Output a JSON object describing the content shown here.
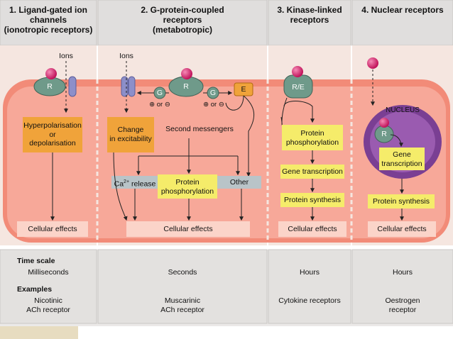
{
  "columns": {
    "col1": {
      "title_line1": "1. Ligand-gated ion",
      "title_line2": "channels",
      "title_line3": "(ionotropic receptors)"
    },
    "col2": {
      "title_line1": "2. G-protein-coupled",
      "title_line2": "receptors",
      "title_line3": "(metabotropic)"
    },
    "col3": {
      "title_line1": "3. Kinase-linked",
      "title_line2": "receptors"
    },
    "col4": {
      "title_line1": "4. Nuclear receptors"
    }
  },
  "diagram": {
    "ions_1": "Ions",
    "ions_2": "Ions",
    "receptor_r": "R",
    "receptor_r2": "R",
    "receptor_re": "R/E",
    "receptor_r4": "R",
    "g1": "G",
    "g2": "G",
    "effector_e": "E",
    "plus_or_minus_1": "⊕ or ⊖",
    "plus_or_minus_2": "⊕ or ⊖",
    "hyper_line1": "Hyperpolarisation",
    "hyper_line2": "or",
    "hyper_line3": "depolarisation",
    "change_line1": "Change",
    "change_line2": "in excitability",
    "second_messengers": "Second messengers",
    "ca_release_prefix": "Ca",
    "ca_release_sup": "2+",
    "ca_release_suffix": " release",
    "protein_phos_2_line1": "Protein",
    "protein_phos_2_line2": "phosphorylation",
    "other": "Other",
    "protein_phos_3_line1": "Protein",
    "protein_phos_3_line2": "phosphorylation",
    "gene_transcription_3": "Gene transcription",
    "protein_synthesis_3": "Protein synthesis",
    "nucleus": "NUCLEUS",
    "gene_transcription_4_line1": "Gene",
    "gene_transcription_4_line2": "transcription",
    "protein_synthesis_4": "Protein synthesis",
    "cellular_effects_1": "Cellular effects",
    "cellular_effects_2": "Cellular effects",
    "cellular_effects_3": "Cellular effects",
    "cellular_effects_4": "Cellular effects"
  },
  "footer": {
    "time_scale_label": "Time scale",
    "examples_label": "Examples",
    "time_1": "Milliseconds",
    "time_2": "Seconds",
    "time_3": "Hours",
    "time_4": "Hours",
    "example_1_line1": "Nicotinic",
    "example_1_line2": "ACh receptor",
    "example_2_line1": "Muscarinic",
    "example_2_line2": "ACh receptor",
    "example_3": "Cytokine receptors",
    "example_4_line1": "Oestrogen",
    "example_4_line2": "receptor"
  },
  "colors": {
    "header_bg": "#e6e4e3",
    "cell_bg": "#f28b78",
    "cell_inner": "#f7a899",
    "yellow_box": "#f5ec6a",
    "orange_box": "#f0a33a",
    "grey_box": "#b9c4c8",
    "cellular_box": "#fbd4c9",
    "receptor_green": "#6f9a8a",
    "ligand_magenta": "#d6246c",
    "nucleus_purple": "#7a3f93",
    "nucleus_inner": "#9a5bb0",
    "ion_channel": "#8d8fc9"
  }
}
